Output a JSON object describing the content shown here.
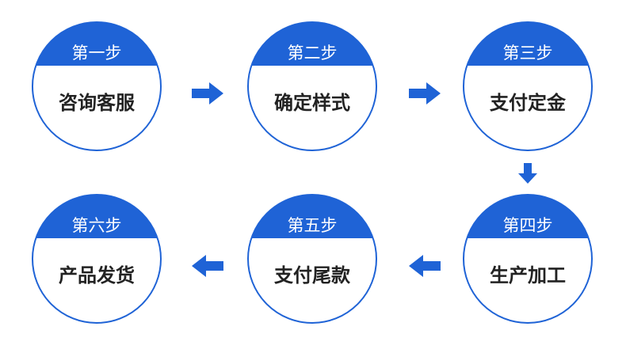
{
  "colors": {
    "accent": "#1f63d6",
    "text": "#222222",
    "background": "#ffffff"
  },
  "steps": [
    {
      "label": "第一步",
      "title": "咨询客服"
    },
    {
      "label": "第二步",
      "title": "确定样式"
    },
    {
      "label": "第三步",
      "title": "支付定金"
    },
    {
      "label": "第四步",
      "title": "生产加工"
    },
    {
      "label": "第五步",
      "title": "支付尾款"
    },
    {
      "label": "第六步",
      "title": "产品发货"
    }
  ],
  "arrows": [
    {
      "from": "第一步",
      "to": "第二步",
      "direction": "right"
    },
    {
      "from": "第二步",
      "to": "第三步",
      "direction": "right"
    },
    {
      "from": "第三步",
      "to": "第四步",
      "direction": "down"
    },
    {
      "from": "第四步",
      "to": "第五步",
      "direction": "left"
    },
    {
      "from": "第五步",
      "to": "第六步",
      "direction": "left"
    }
  ]
}
